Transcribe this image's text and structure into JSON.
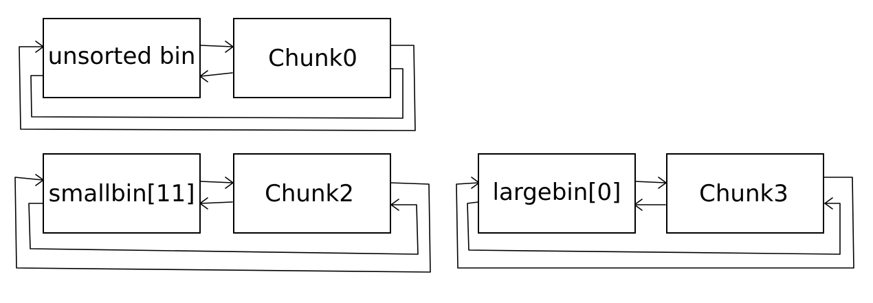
{
  "groups": [
    {
      "bin": "unsorted bin",
      "chunk": "Chunk0"
    },
    {
      "bin": "smallbin[11]",
      "chunk": "Chunk2"
    },
    {
      "bin": "largebin[0]",
      "chunk": "Chunk3"
    }
  ]
}
